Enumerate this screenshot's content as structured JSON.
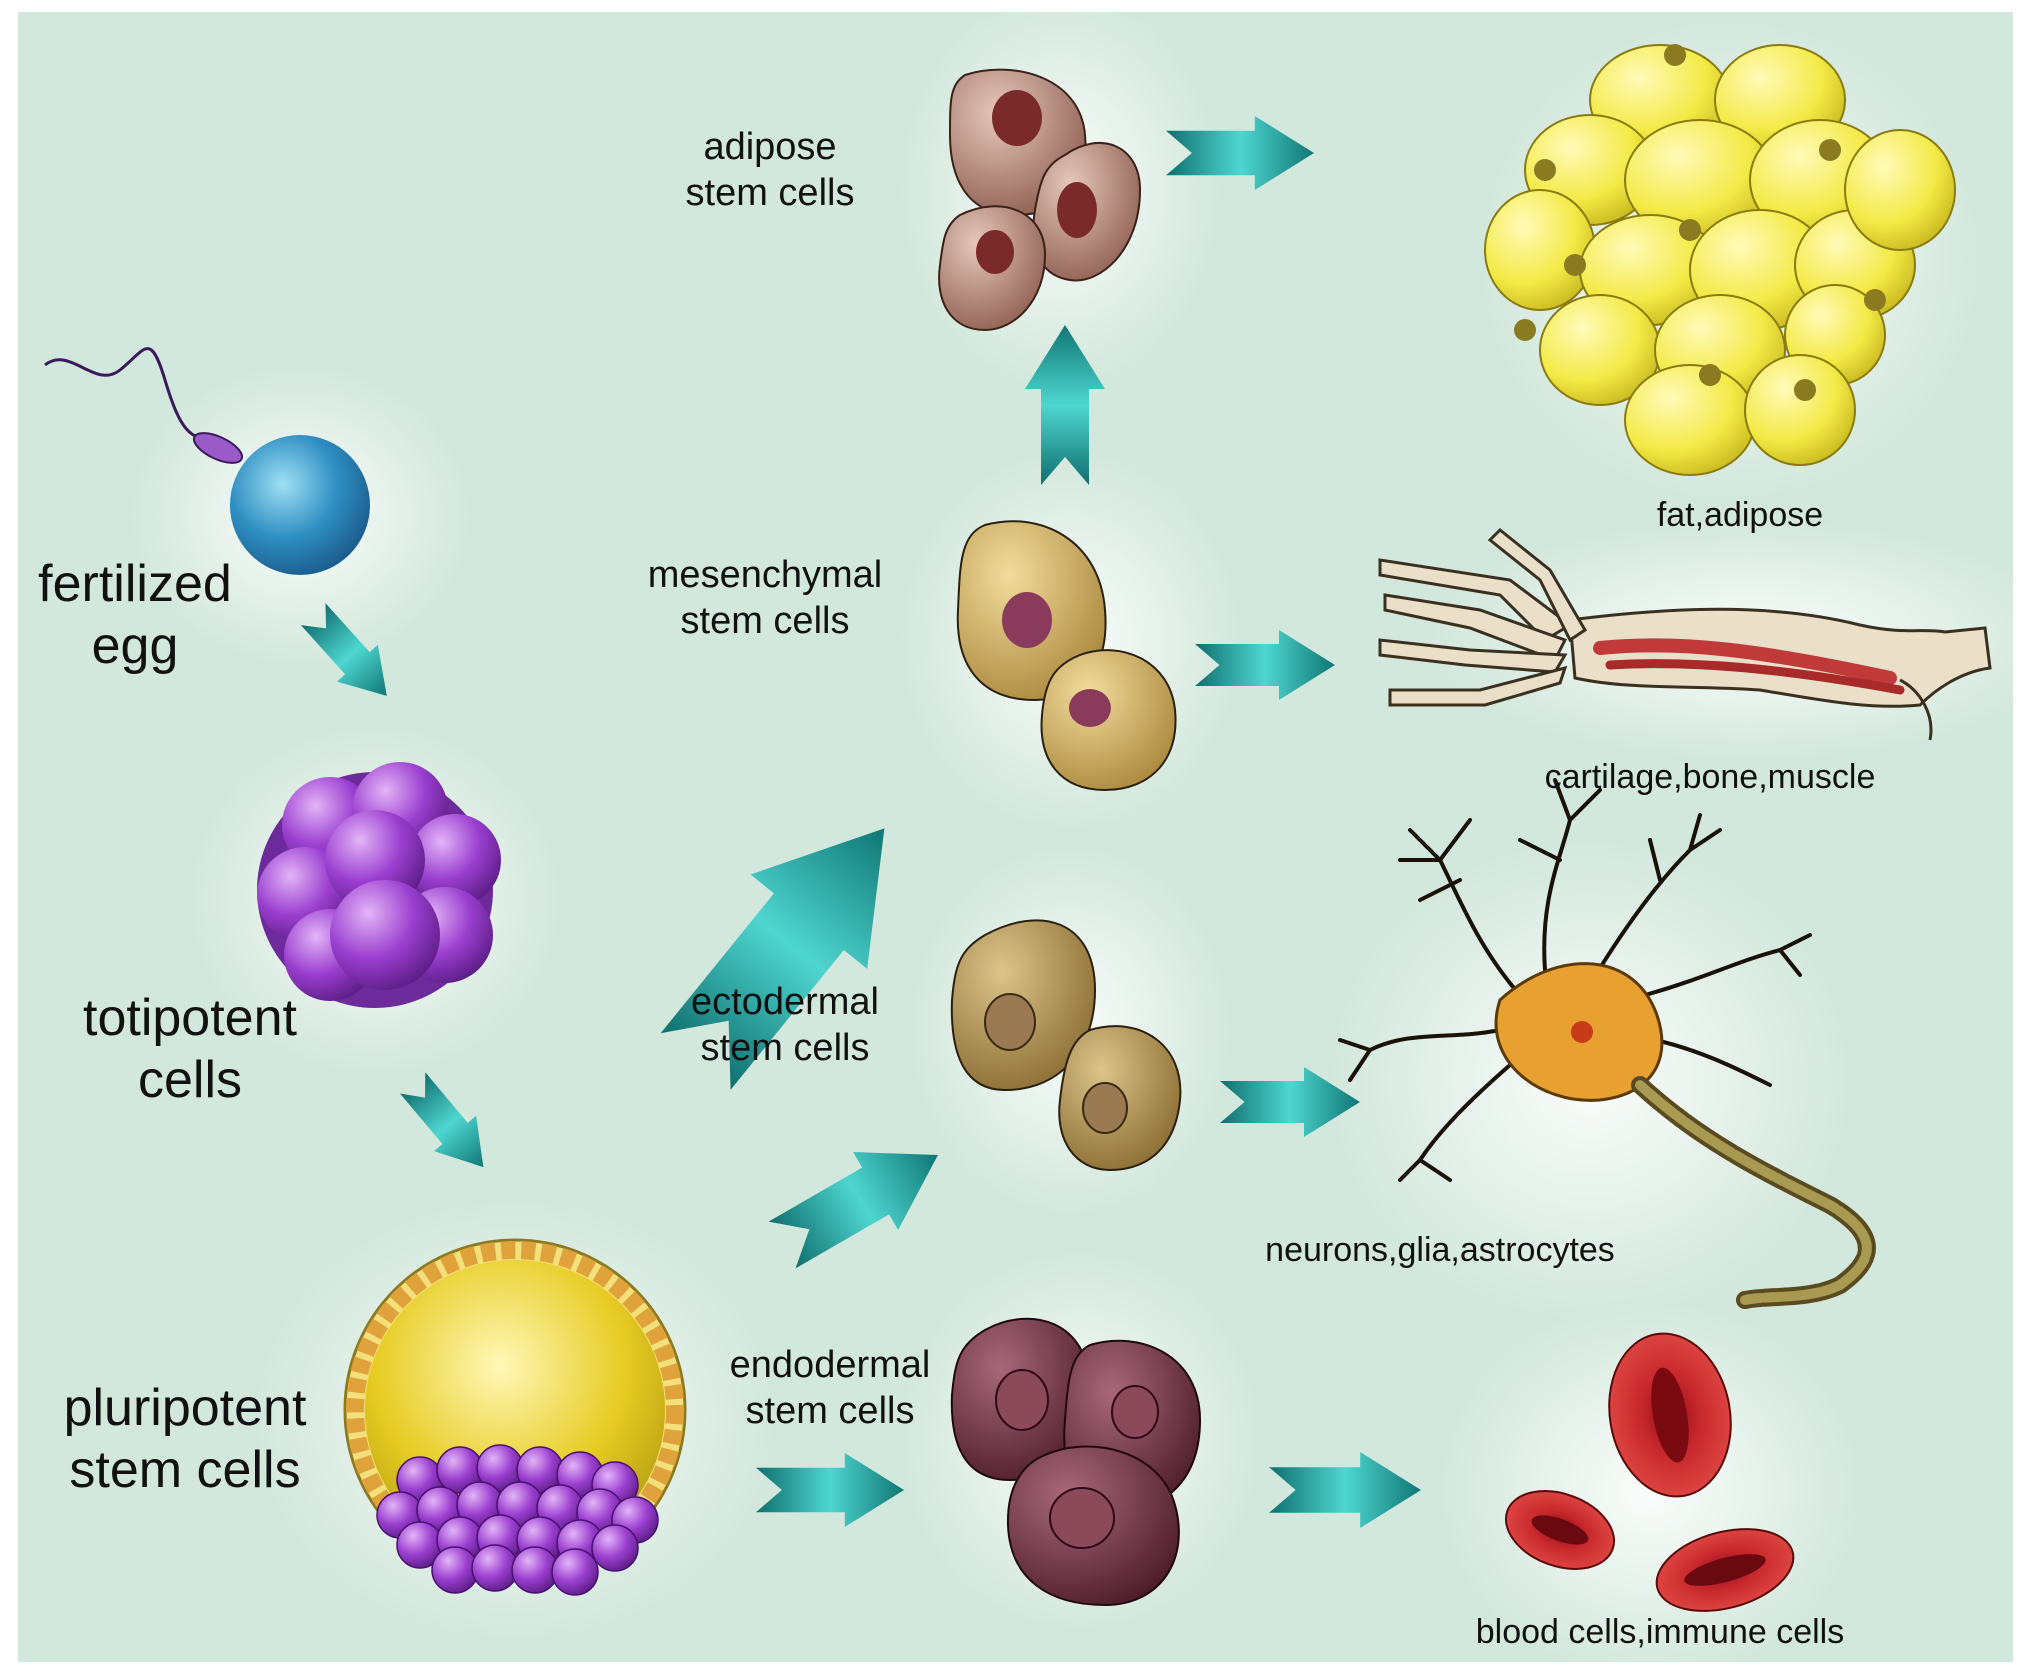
{
  "labels": {
    "fertilized_egg": [
      "fertilized",
      "egg"
    ],
    "totipotent": [
      "totipotent",
      "cells"
    ],
    "pluripotent": [
      "pluripotent",
      "stem cells"
    ],
    "adipose_stem": [
      "adipose",
      "stem cells"
    ],
    "mesenchymal_stem": [
      "mesenchymal",
      "stem cells"
    ],
    "ectodermal_stem": [
      "ectodermal",
      "stem cells"
    ],
    "endodermal_stem": [
      "endodermal",
      "stem cells"
    ],
    "fat": "fat,adipose",
    "cartilage": "cartilage,bone,muscle",
    "neurons": "neurons,glia,astrocytes",
    "blood": "blood cells,immune cells"
  },
  "colors": {
    "background": "#d3e8dc",
    "arrow": "#2bb0ad",
    "egg": "#2f8fc2",
    "morula": "#9a3fcf",
    "blastocyst": "#e6cc22",
    "adipose_cell": "#a87a6c",
    "mesenchymal_cell": "#cba85a",
    "ectodermal_cell": "#a88a4a",
    "endodermal_cell": "#6b3040",
    "fat_cell": "#f3ea45",
    "blood_cell": "#c8282c",
    "neuron": "#e8a030"
  }
}
